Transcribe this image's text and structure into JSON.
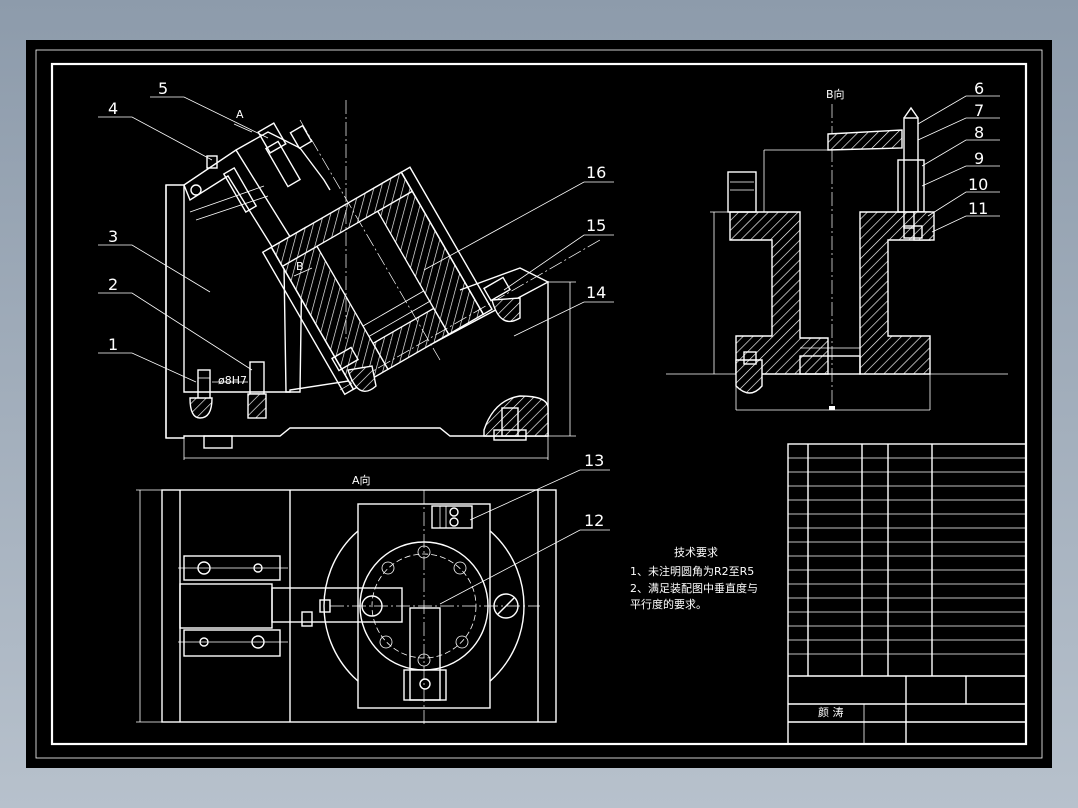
{
  "views": {
    "b_view_label": "B向",
    "a_view_label": "A向",
    "section_mark_a": "A",
    "section_mark_b": "B"
  },
  "callouts": [
    "1",
    "2",
    "3",
    "4",
    "5",
    "6",
    "7",
    "8",
    "9",
    "10",
    "11",
    "12",
    "13",
    "14",
    "15",
    "16"
  ],
  "tech_requirements": {
    "title": "技术要求",
    "line1": "1、未注明圆角为R2至R5",
    "line2": "2、满足装配图中垂直度与",
    "line3": "平行度的要求。"
  },
  "title_block": {
    "designer": "颜 涛"
  },
  "colors": {
    "paper": "#000000",
    "line": "#ffffff",
    "frame_bg": "#8d9bab"
  }
}
